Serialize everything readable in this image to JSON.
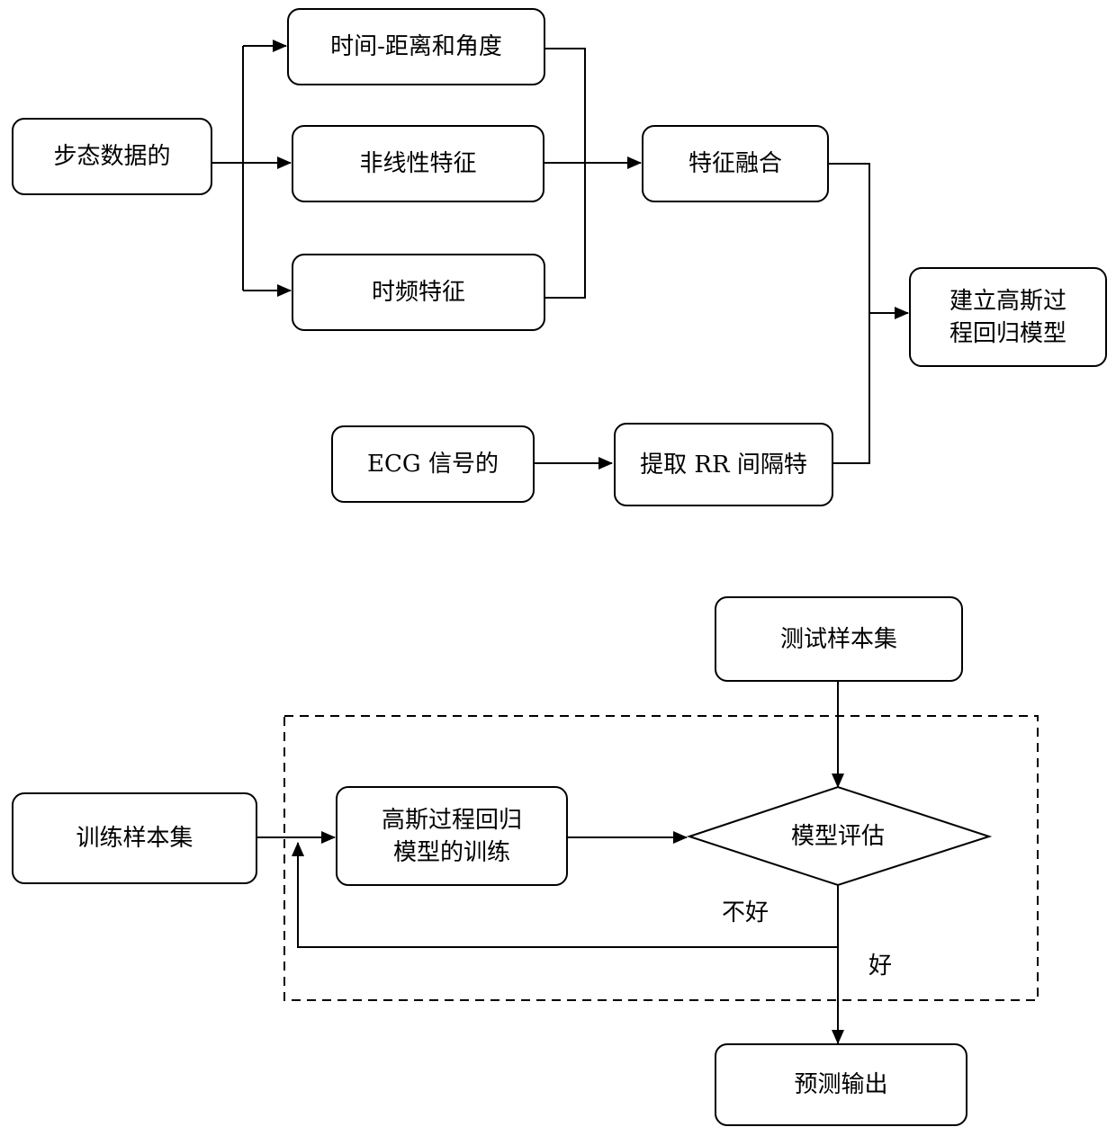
{
  "top": {
    "gait_data": "步态数据的",
    "time_distance_angle": "时间-距离和角度",
    "nonlinear": "非线性特征",
    "time_freq": "时频特征",
    "fusion": "特征融合",
    "gpr_build": "建立高斯过\n程回归模型",
    "ecg": "ECG 信号的",
    "rr": "提取 RR 间隔特"
  },
  "bottom": {
    "test_set": "测试样本集",
    "train_set": "训练样本集",
    "training": "高斯过程回归\n模型的训练",
    "evaluate": "模型评估",
    "bad": "不好",
    "good": "好",
    "output": "预测输出"
  }
}
